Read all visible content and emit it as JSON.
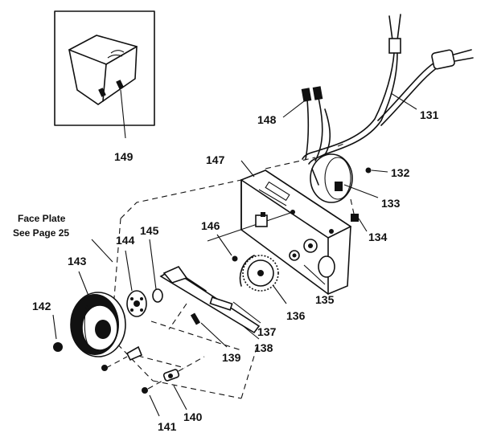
{
  "callouts": {
    "c131": "131",
    "c132": "132",
    "c133": "133",
    "c134": "134",
    "c135": "135",
    "c136": "136",
    "c137": "137",
    "c138": "138",
    "c139": "139",
    "c140": "140",
    "c141": "141",
    "c142": "142",
    "c143": "143",
    "c144": "144",
    "c145": "145",
    "c146": "146",
    "c147": "147",
    "c148": "148",
    "c149": "149"
  },
  "note": {
    "line1": "Face Plate",
    "line2": "See Page 25"
  }
}
